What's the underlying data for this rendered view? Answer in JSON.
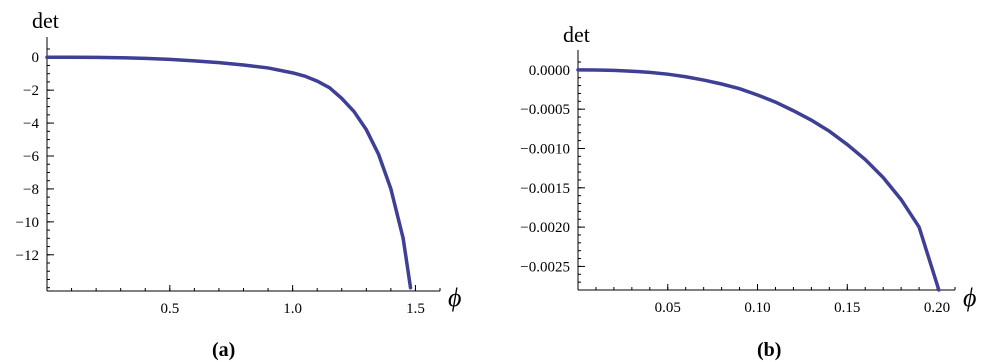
{
  "chart_data": [
    {
      "id": "a",
      "type": "line",
      "ylabel": "det",
      "xlabel": "ϕ",
      "caption": "(a)",
      "xlim": [
        0,
        1.6
      ],
      "ylim": [
        -14.2,
        0.5
      ],
      "xticks": [
        0.5,
        1.0,
        1.5
      ],
      "xtick_labels": [
        "0.5",
        "1.0",
        "1.5"
      ],
      "xminor_step": 0.1,
      "yticks": [
        0,
        -2,
        -4,
        -6,
        -8,
        -10,
        -12
      ],
      "ytick_labels": [
        "0",
        "−2",
        "−4",
        "−6",
        "−8",
        "−10",
        "−12"
      ],
      "yminor_step": 0.5,
      "series": [
        {
          "x": [
            0,
            0.1,
            0.2,
            0.3,
            0.4,
            0.5,
            0.6,
            0.7,
            0.8,
            0.9,
            1.0,
            1.05,
            1.1,
            1.15,
            1.2,
            1.25,
            1.3,
            1.35,
            1.4,
            1.45,
            1.48
          ],
          "y": [
            0,
            0,
            -0.01,
            -0.03,
            -0.07,
            -0.13,
            -0.22,
            -0.33,
            -0.47,
            -0.65,
            -0.95,
            -1.15,
            -1.45,
            -1.85,
            -2.5,
            -3.3,
            -4.4,
            -5.9,
            -8.0,
            -11.0,
            -14.0
          ],
          "color": "#3f3f96"
        }
      ]
    },
    {
      "id": "b",
      "type": "line",
      "ylabel": "det",
      "xlabel": "ϕ",
      "caption": "(b)",
      "xlim": [
        0,
        0.21
      ],
      "ylim": [
        -0.0028,
        0.0001
      ],
      "xticks": [
        0.05,
        0.1,
        0.15,
        0.2
      ],
      "xtick_labels": [
        "0.05",
        "0.10",
        "0.15",
        "0.20"
      ],
      "xminor_step": 0.01,
      "yticks": [
        0,
        -0.0005,
        -0.001,
        -0.0015,
        -0.002,
        -0.0025
      ],
      "ytick_labels": [
        "0.0000",
        "−0.0005",
        "−0.0010",
        "−0.0015",
        "−0.0020",
        "−0.0025"
      ],
      "yminor_step": 0.0001,
      "series": [
        {
          "x": [
            0,
            0.01,
            0.02,
            0.03,
            0.04,
            0.05,
            0.06,
            0.07,
            0.08,
            0.09,
            0.1,
            0.11,
            0.12,
            0.13,
            0.14,
            0.15,
            0.16,
            0.17,
            0.18,
            0.19,
            0.201
          ],
          "y": [
            0,
            -1.5e-06,
            -7e-06,
            -1.7e-05,
            -3.2e-05,
            -5.5e-05,
            -8.8e-05,
            -0.00013,
            -0.00018,
            -0.00024,
            -0.00032,
            -0.00041,
            -0.00052,
            -0.00064,
            -0.00078,
            -0.00095,
            -0.00114,
            -0.00137,
            -0.00165,
            -0.002,
            -0.0028
          ],
          "color": "#3f3f96"
        }
      ]
    }
  ]
}
